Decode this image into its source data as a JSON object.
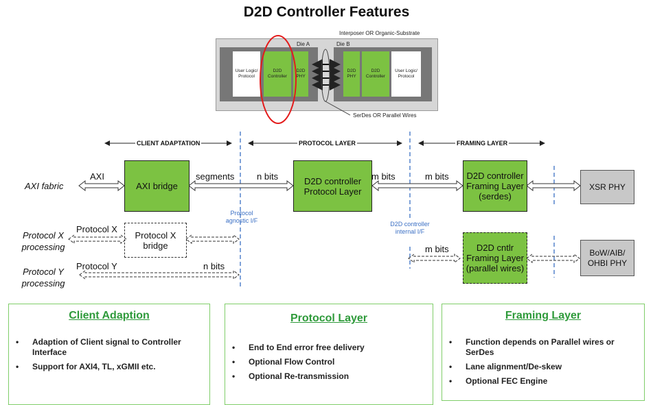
{
  "title": "D2D Controller Features",
  "top": {
    "caption": "Interposer OR Organic-Substrate",
    "die_a": "Die A",
    "die_b": "Die B",
    "a_user": "User Logic/ Protocol",
    "a_ctrl": "D2D Controller",
    "a_phy": "D2D PHY",
    "b_phy": "D2D PHY",
    "b_ctrl": "D2D Controller",
    "b_user": "User Logic/ Protocol",
    "wires": "SerDes OR Parallel Wires"
  },
  "layers": {
    "client": "CLIENT ADAPTATION",
    "protocol": "PROTOCOL LAYER",
    "framing": "FRAMING LAYER"
  },
  "rows": {
    "axi_fabric": "AXI fabric",
    "protocol_x": "Protocol X processing",
    "protocol_y": "Protocol Y processing"
  },
  "labels": {
    "axi": "AXI",
    "segments": "segments",
    "n_bits_1": "n bits",
    "m_bits_1": "m bits",
    "m_bits_2": "m bits",
    "m_bits_3": "m bits",
    "protocol_x": "Protocol X",
    "protocol_y": "Protocol Y",
    "n_bits_2": "n bits",
    "protocol_agnostic": "Protocol agnostic I/F",
    "internal_if": "D2D controller internal I/F"
  },
  "boxes": {
    "axi_bridge": "AXI bridge",
    "protocol_x_bridge": "Protocol X bridge",
    "d2d_protocol": "D2D controller Protocol Layer",
    "d2d_framing_serdes": "D2D controller Framing Layer (serdes)",
    "d2d_framing_parallel": "D2D cntlr Framing Layer (parallel wires)",
    "xsr_phy": "XSR PHY",
    "bow_phy": "BoW/AIB/ OHBI PHY"
  },
  "panels": [
    {
      "title": "Client Adaption",
      "items": [
        "Adaption of Client signal to Controller Interface",
        "Support for AXI4, TL, xGMII etc."
      ]
    },
    {
      "title": "Protocol Layer",
      "items": [
        "End to End error free delivery",
        "Optional Flow Control",
        "Optional Re-transmission"
      ]
    },
    {
      "title": "Framing Layer",
      "items": [
        "Function depends on Parallel wires or SerDes",
        "Lane alignment/De-skew",
        "Optional FEC Engine"
      ]
    }
  ],
  "colors": {
    "green": "#7cc242",
    "panel_border": "#7fcd69",
    "panel_title": "#2e9a3a",
    "highlight": "#e31b1b",
    "interface_line": "#3a6fc4"
  }
}
